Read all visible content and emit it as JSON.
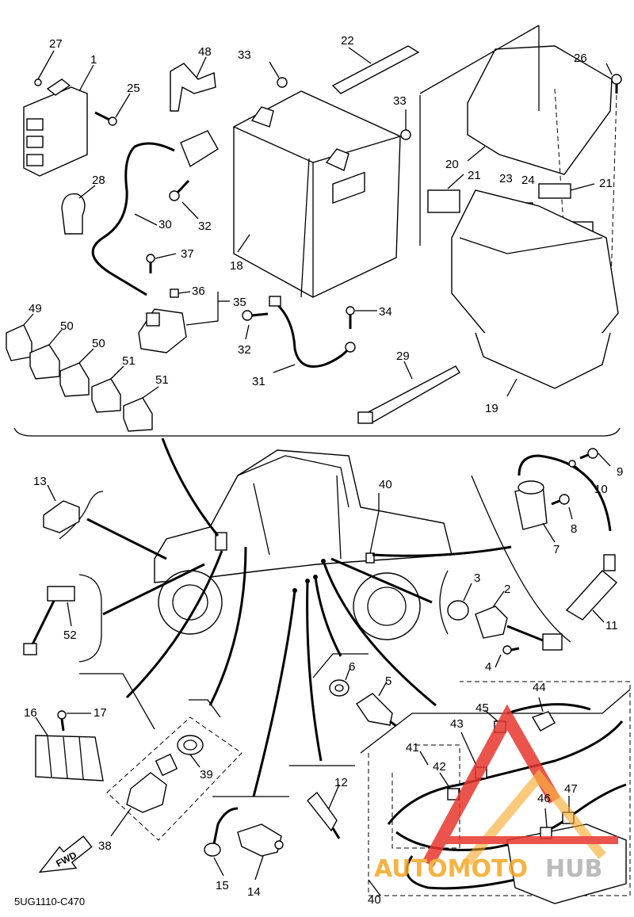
{
  "diagram": {
    "code": "5UG1110-C470",
    "fwd_label": "FWD",
    "watermark": {
      "part1": "AUTOMOTO",
      "part2": "HUB",
      "color_orange": "#F5A623",
      "color_red": "#E8372F",
      "color_gray": "#B0B0B0"
    },
    "callouts": [
      {
        "id": "c27",
        "text": "27"
      },
      {
        "id": "c1",
        "text": "1"
      },
      {
        "id": "c25",
        "text": "25"
      },
      {
        "id": "c48",
        "text": "48"
      },
      {
        "id": "c33a",
        "text": "33"
      },
      {
        "id": "c22",
        "text": "22"
      },
      {
        "id": "c33b",
        "text": "33"
      },
      {
        "id": "c26",
        "text": "26"
      },
      {
        "id": "c28",
        "text": "28"
      },
      {
        "id": "c30",
        "text": "30"
      },
      {
        "id": "c32a",
        "text": "32"
      },
      {
        "id": "c20",
        "text": "20"
      },
      {
        "id": "c21a",
        "text": "21"
      },
      {
        "id": "c23",
        "text": "23"
      },
      {
        "id": "c24",
        "text": "24"
      },
      {
        "id": "c21b",
        "text": "21"
      },
      {
        "id": "c37",
        "text": "37"
      },
      {
        "id": "c18",
        "text": "18"
      },
      {
        "id": "c36",
        "text": "36"
      },
      {
        "id": "c35",
        "text": "35"
      },
      {
        "id": "c49",
        "text": "49"
      },
      {
        "id": "c50a",
        "text": "50"
      },
      {
        "id": "c50b",
        "text": "50"
      },
      {
        "id": "c51a",
        "text": "51"
      },
      {
        "id": "c51b",
        "text": "51"
      },
      {
        "id": "c32b",
        "text": "32"
      },
      {
        "id": "c34",
        "text": "34"
      },
      {
        "id": "c29",
        "text": "29"
      },
      {
        "id": "c31",
        "text": "31"
      },
      {
        "id": "c19",
        "text": "19"
      },
      {
        "id": "c9",
        "text": "9"
      },
      {
        "id": "c10",
        "text": "10"
      },
      {
        "id": "c13",
        "text": "13"
      },
      {
        "id": "c40a",
        "text": "40"
      },
      {
        "id": "c8",
        "text": "8"
      },
      {
        "id": "c7",
        "text": "7"
      },
      {
        "id": "c3",
        "text": "3"
      },
      {
        "id": "c2",
        "text": "2"
      },
      {
        "id": "c52",
        "text": "52"
      },
      {
        "id": "c11",
        "text": "11"
      },
      {
        "id": "c4",
        "text": "4"
      },
      {
        "id": "c6",
        "text": "6"
      },
      {
        "id": "c5",
        "text": "5"
      },
      {
        "id": "c44",
        "text": "44"
      },
      {
        "id": "c16",
        "text": "16"
      },
      {
        "id": "c17",
        "text": "17"
      },
      {
        "id": "c45",
        "text": "45"
      },
      {
        "id": "c43",
        "text": "43"
      },
      {
        "id": "c41",
        "text": "41"
      },
      {
        "id": "c42",
        "text": "42"
      },
      {
        "id": "c39",
        "text": "39"
      },
      {
        "id": "c47",
        "text": "47"
      },
      {
        "id": "c46",
        "text": "46"
      },
      {
        "id": "c12",
        "text": "12"
      },
      {
        "id": "c38",
        "text": "38"
      },
      {
        "id": "c15",
        "text": "15"
      },
      {
        "id": "c14",
        "text": "14"
      },
      {
        "id": "c40b",
        "text": "40"
      }
    ]
  }
}
